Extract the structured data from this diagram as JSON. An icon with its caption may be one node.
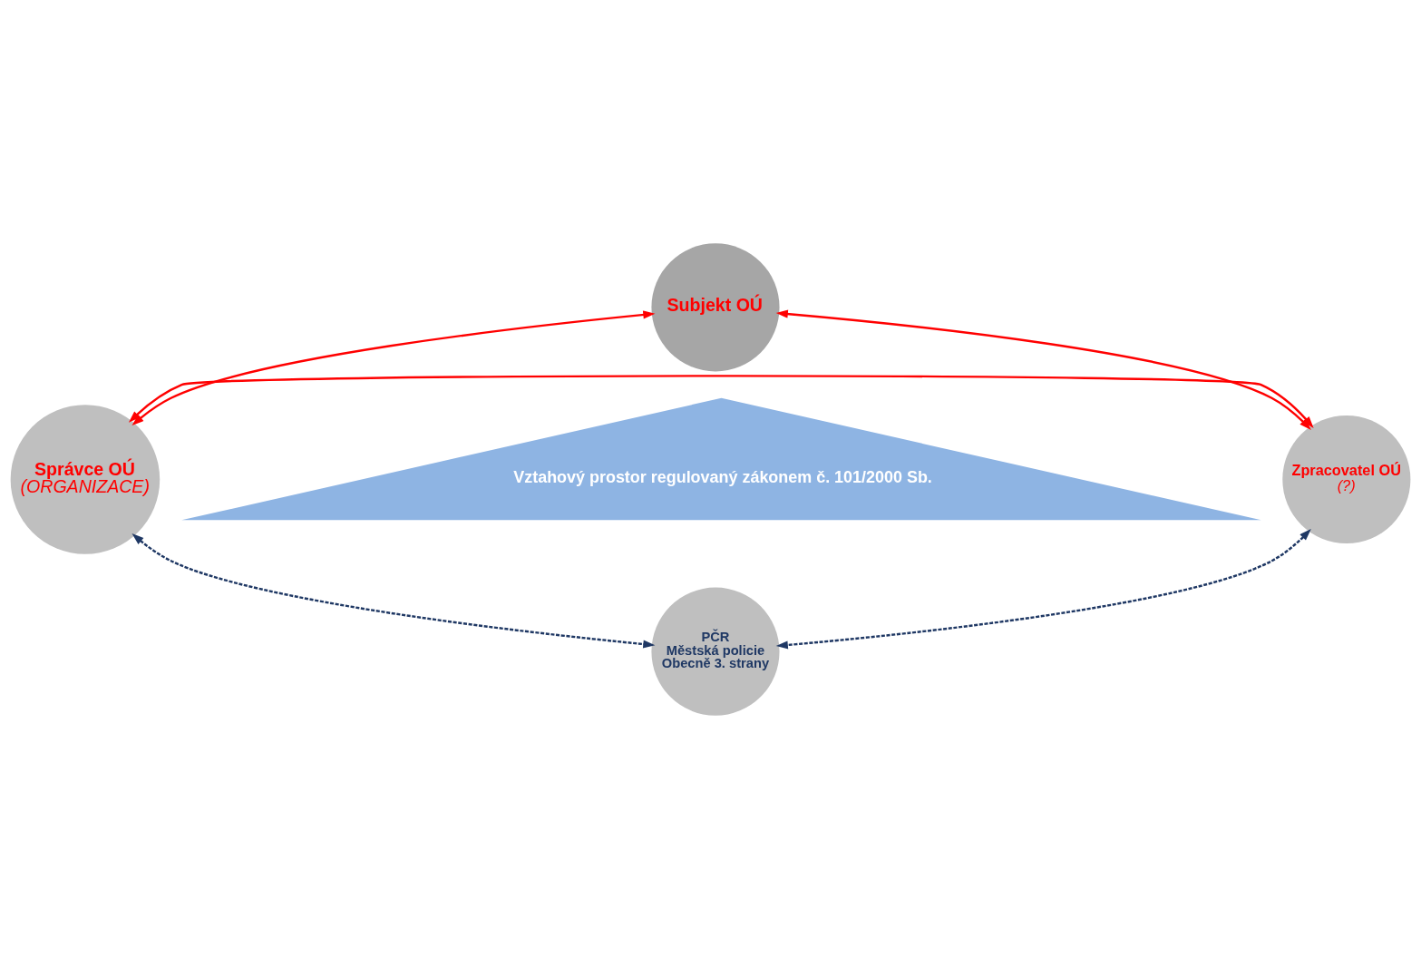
{
  "diagram": {
    "nodes": [
      {
        "text": [
          "Vztahový prostor regulovaný zákonem č. 101/2000 Sb."
        ]
      },
      {
        "text": [
          "Subjekt OÚ"
        ]
      },
      {
        "text": [
          "Správce OÚ",
          "(ORGANIZACE)"
        ]
      },
      {
        "text": [
          "Zpracovatel OÚ",
          "(?)"
        ]
      },
      {
        "text": [
          "PČR",
          "Městská policie",
          "Obecně 3. strany"
        ]
      }
    ],
    "edges": [
      {
        "from": 1,
        "to": 2,
        "arrow": "both"
      },
      {
        "from": 1,
        "to": 3,
        "arrow": "both"
      },
      {
        "from": 2,
        "to": 3,
        "arrow": "both"
      },
      {
        "from": 2,
        "to": 4,
        "arrow": "both",
        "style": "dashed",
        "color": "#1f3864"
      },
      {
        "from": 3,
        "to": 4,
        "arrow": "both",
        "style": "dashed",
        "color": "#1f3864"
      }
    ]
  }
}
